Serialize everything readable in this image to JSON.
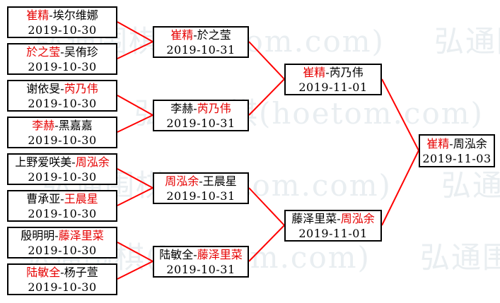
{
  "separator": "-",
  "watermark": {
    "text": "弘通围棋(hoetom.com)"
  },
  "colors": {
    "line": "#ff0000",
    "winner": "#e60000",
    "border": "#000000"
  },
  "rounds": [
    {
      "name": "round-1",
      "matches": [
        {
          "players": [
            {
              "text": "崔精",
              "winner": true
            },
            {
              "text": "埃尔维娜",
              "winner": false
            }
          ],
          "date": "2019-10-30"
        },
        {
          "players": [
            {
              "text": "於之莹",
              "winner": true
            },
            {
              "text": "吴侑珍",
              "winner": false
            }
          ],
          "date": "2019-10-30"
        },
        {
          "players": [
            {
              "text": "谢依旻",
              "winner": false
            },
            {
              "text": "芮乃伟",
              "winner": true
            }
          ],
          "date": "2019-10-30"
        },
        {
          "players": [
            {
              "text": "李赫",
              "winner": true
            },
            {
              "text": "黑嘉嘉",
              "winner": false
            }
          ],
          "date": "2019-10-30"
        },
        {
          "players": [
            {
              "text": "上野爱咲美",
              "winner": false
            },
            {
              "text": "周泓余",
              "winner": true
            }
          ],
          "date": "2019-10-30"
        },
        {
          "players": [
            {
              "text": "曹承亚",
              "winner": false
            },
            {
              "text": "王晨星",
              "winner": true
            }
          ],
          "date": "2019-10-30"
        },
        {
          "players": [
            {
              "text": "殷明明",
              "winner": false
            },
            {
              "text": "藤泽里菜",
              "winner": true
            }
          ],
          "date": "2019-10-30"
        },
        {
          "players": [
            {
              "text": "陆敏全",
              "winner": true
            },
            {
              "text": "杨子萱",
              "winner": false
            }
          ],
          "date": "2019-10-30"
        }
      ]
    },
    {
      "name": "round-2",
      "matches": [
        {
          "players": [
            {
              "text": "崔精",
              "winner": true
            },
            {
              "text": "於之莹",
              "winner": false
            }
          ],
          "date": "2019-10-31"
        },
        {
          "players": [
            {
              "text": "李赫",
              "winner": false
            },
            {
              "text": "芮乃伟",
              "winner": true
            }
          ],
          "date": "2019-10-31"
        },
        {
          "players": [
            {
              "text": "周泓余",
              "winner": true
            },
            {
              "text": "王晨星",
              "winner": false
            }
          ],
          "date": "2019-10-31"
        },
        {
          "players": [
            {
              "text": "陆敏全",
              "winner": false
            },
            {
              "text": "藤泽里菜",
              "winner": true
            }
          ],
          "date": "2019-10-31"
        }
      ]
    },
    {
      "name": "semifinals",
      "matches": [
        {
          "players": [
            {
              "text": "崔精",
              "winner": true
            },
            {
              "text": "芮乃伟",
              "winner": false
            }
          ],
          "date": "2019-11-01"
        },
        {
          "players": [
            {
              "text": "藤泽里菜",
              "winner": false
            },
            {
              "text": "周泓余",
              "winner": true
            }
          ],
          "date": "2019-11-01"
        }
      ]
    },
    {
      "name": "final",
      "matches": [
        {
          "players": [
            {
              "text": "崔精",
              "winner": true
            },
            {
              "text": "周泓余",
              "winner": false
            }
          ],
          "date": "2019-11-03"
        }
      ]
    }
  ]
}
